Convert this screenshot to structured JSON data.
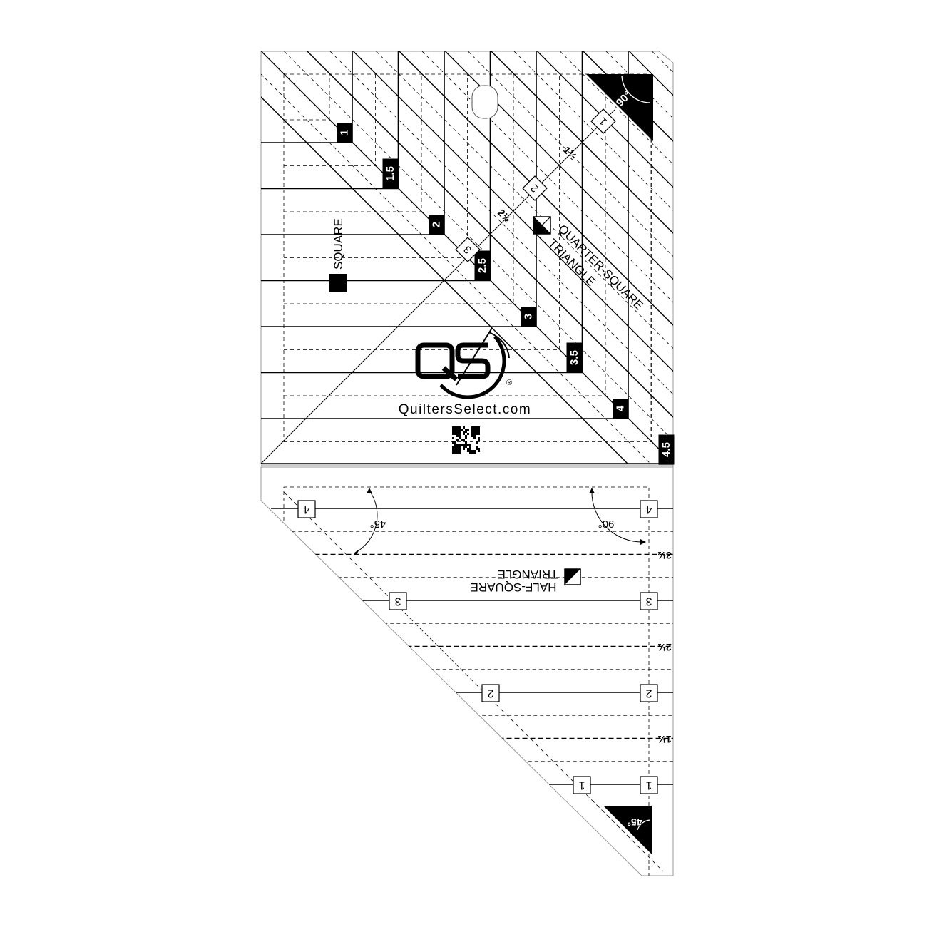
{
  "upper_section": {
    "square_label": "SQUARE",
    "qst_label_line1": "QUARTER-SQUARE",
    "qst_label_line2": "TRIANGLE",
    "corner_angle": "90°",
    "square_sizes": [
      "1",
      "1.5",
      "2",
      "2.5",
      "3",
      "3.5",
      "4",
      "4.5"
    ],
    "qst_sizes": [
      "1",
      "2",
      "3"
    ],
    "qst_half_marks": [
      "1½",
      "2½"
    ]
  },
  "brand": {
    "logo_text": "QS",
    "registered": "®",
    "website": "QuiltersSelect.com"
  },
  "lower_section": {
    "hst_label_line1": "HALF-SQUARE",
    "hst_label_line2": "TRIANGLE",
    "angle_45": "45°",
    "angle_90": "90°",
    "corner_angle": "45°",
    "hst_sizes": [
      "4",
      "3",
      "2",
      "1"
    ],
    "hst_half_marks": [
      "3½",
      "2½",
      "1½"
    ]
  }
}
